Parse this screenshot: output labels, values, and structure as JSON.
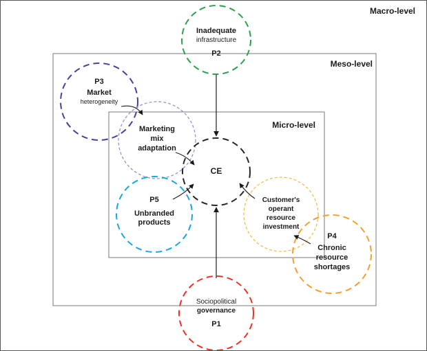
{
  "diagram": {
    "levels": {
      "macro": "Macro-level",
      "meso": "Meso-level",
      "micro": "Micro-level"
    },
    "nodes": {
      "p2": {
        "line1": "Inadequate",
        "line2": "infrastructure",
        "label": "P2"
      },
      "p3": {
        "label": "P3",
        "line1": "Market",
        "line2": "heterogeneity"
      },
      "marketing": {
        "line1": "Marketing",
        "line2": "mix",
        "line3": "adaptation"
      },
      "ce": {
        "label": "CE"
      },
      "p5": {
        "label": "P5",
        "line1": "Unbranded",
        "line2": "products"
      },
      "customer": {
        "line1": "Customer's",
        "line2": "operant",
        "line3": "resource",
        "line4": "investment"
      },
      "p4": {
        "label": "P4",
        "line1": "Chronic",
        "line2": "resource",
        "line3": "shortages"
      },
      "p1": {
        "line1": "Sociopolitical",
        "line2": "governance",
        "label": "P1"
      }
    },
    "colors": {
      "p2": "#2ba04a",
      "p3": "#4d3c9c",
      "marketing": "#9a8fd0",
      "ce": "#262626",
      "p5": "#18a7e0",
      "customer": "#f2bd4e",
      "p4": "#f49f2d",
      "p1": "#ee3124",
      "arrow": "#1a1a1a",
      "frame": "#7a7a7a"
    }
  }
}
